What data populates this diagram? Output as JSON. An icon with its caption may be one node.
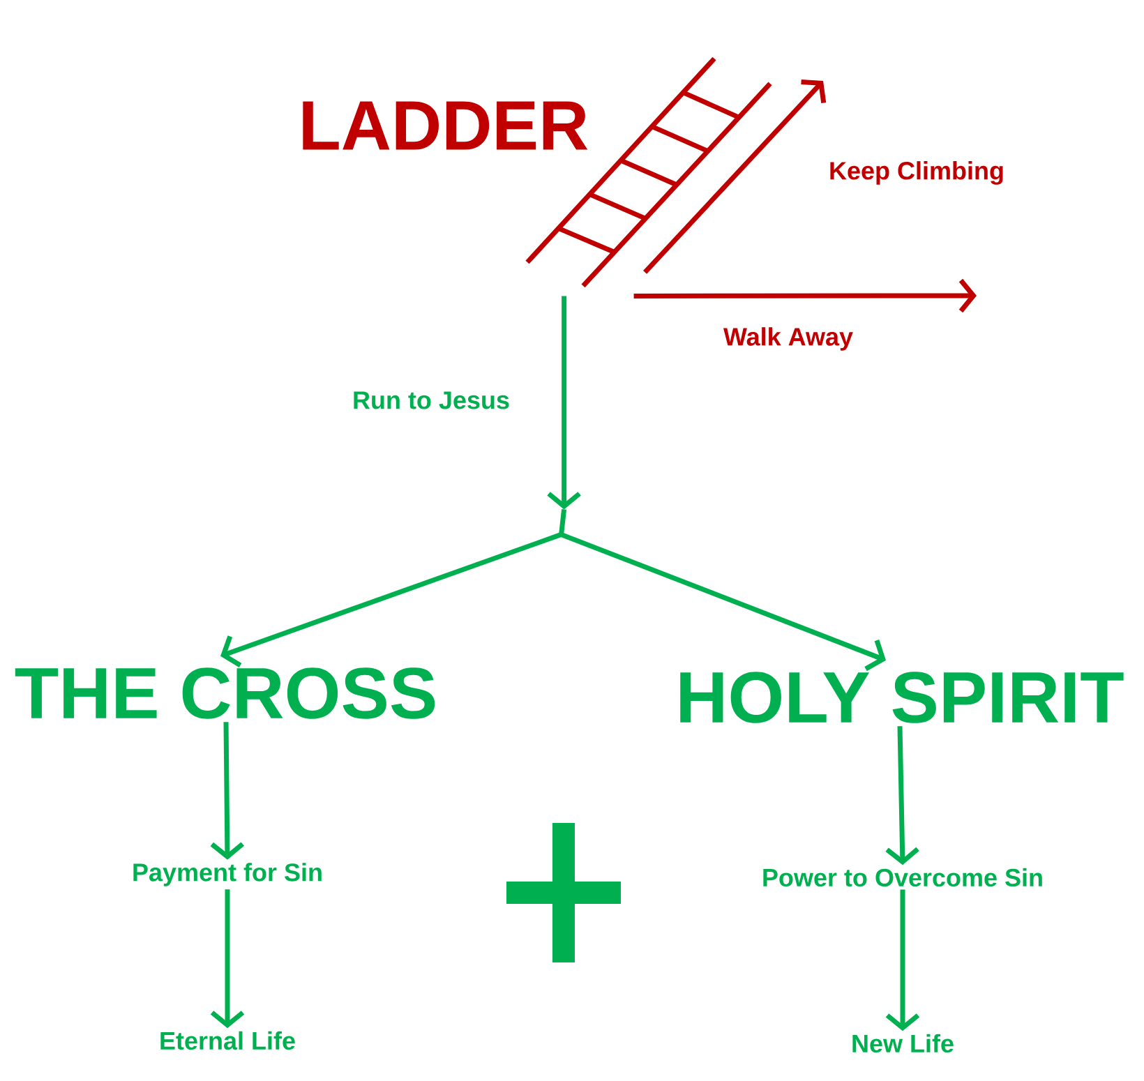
{
  "diagram": {
    "nodes": [
      {
        "text": [],
        "shape": "picture",
        "beside": [
          "LADDER"
        ]
      },
      {
        "text": [
          "THE CROSS"
        ]
      },
      {
        "text": [
          "Payment for Sin"
        ]
      },
      {
        "text": [
          "Eternal Life"
        ]
      },
      {
        "text": [
          "HOLY SPIRIT"
        ]
      },
      {
        "text": [
          "Power to Overcome Sin"
        ]
      },
      {
        "text": [
          "New Life"
        ]
      }
    ],
    "edges": [
      {
        "from": 0,
        "to": null,
        "arrow": "to",
        "label": "Keep Climbing",
        "color": "#c00000"
      },
      {
        "from": 0,
        "to": null,
        "arrow": "to",
        "label": "Walk Away",
        "color": "#c00000"
      },
      {
        "from": 0,
        "to": 1,
        "arrow": "to",
        "label": "Run to Jesus"
      },
      {
        "from": 0,
        "to": 4,
        "arrow": "to"
      },
      {
        "from": 1,
        "to": 2,
        "arrow": "to"
      },
      {
        "from": 2,
        "to": 3,
        "arrow": "to"
      },
      {
        "from": 4,
        "to": 5,
        "arrow": "to"
      },
      {
        "from": 5,
        "to": 6,
        "arrow": "to"
      }
    ]
  }
}
